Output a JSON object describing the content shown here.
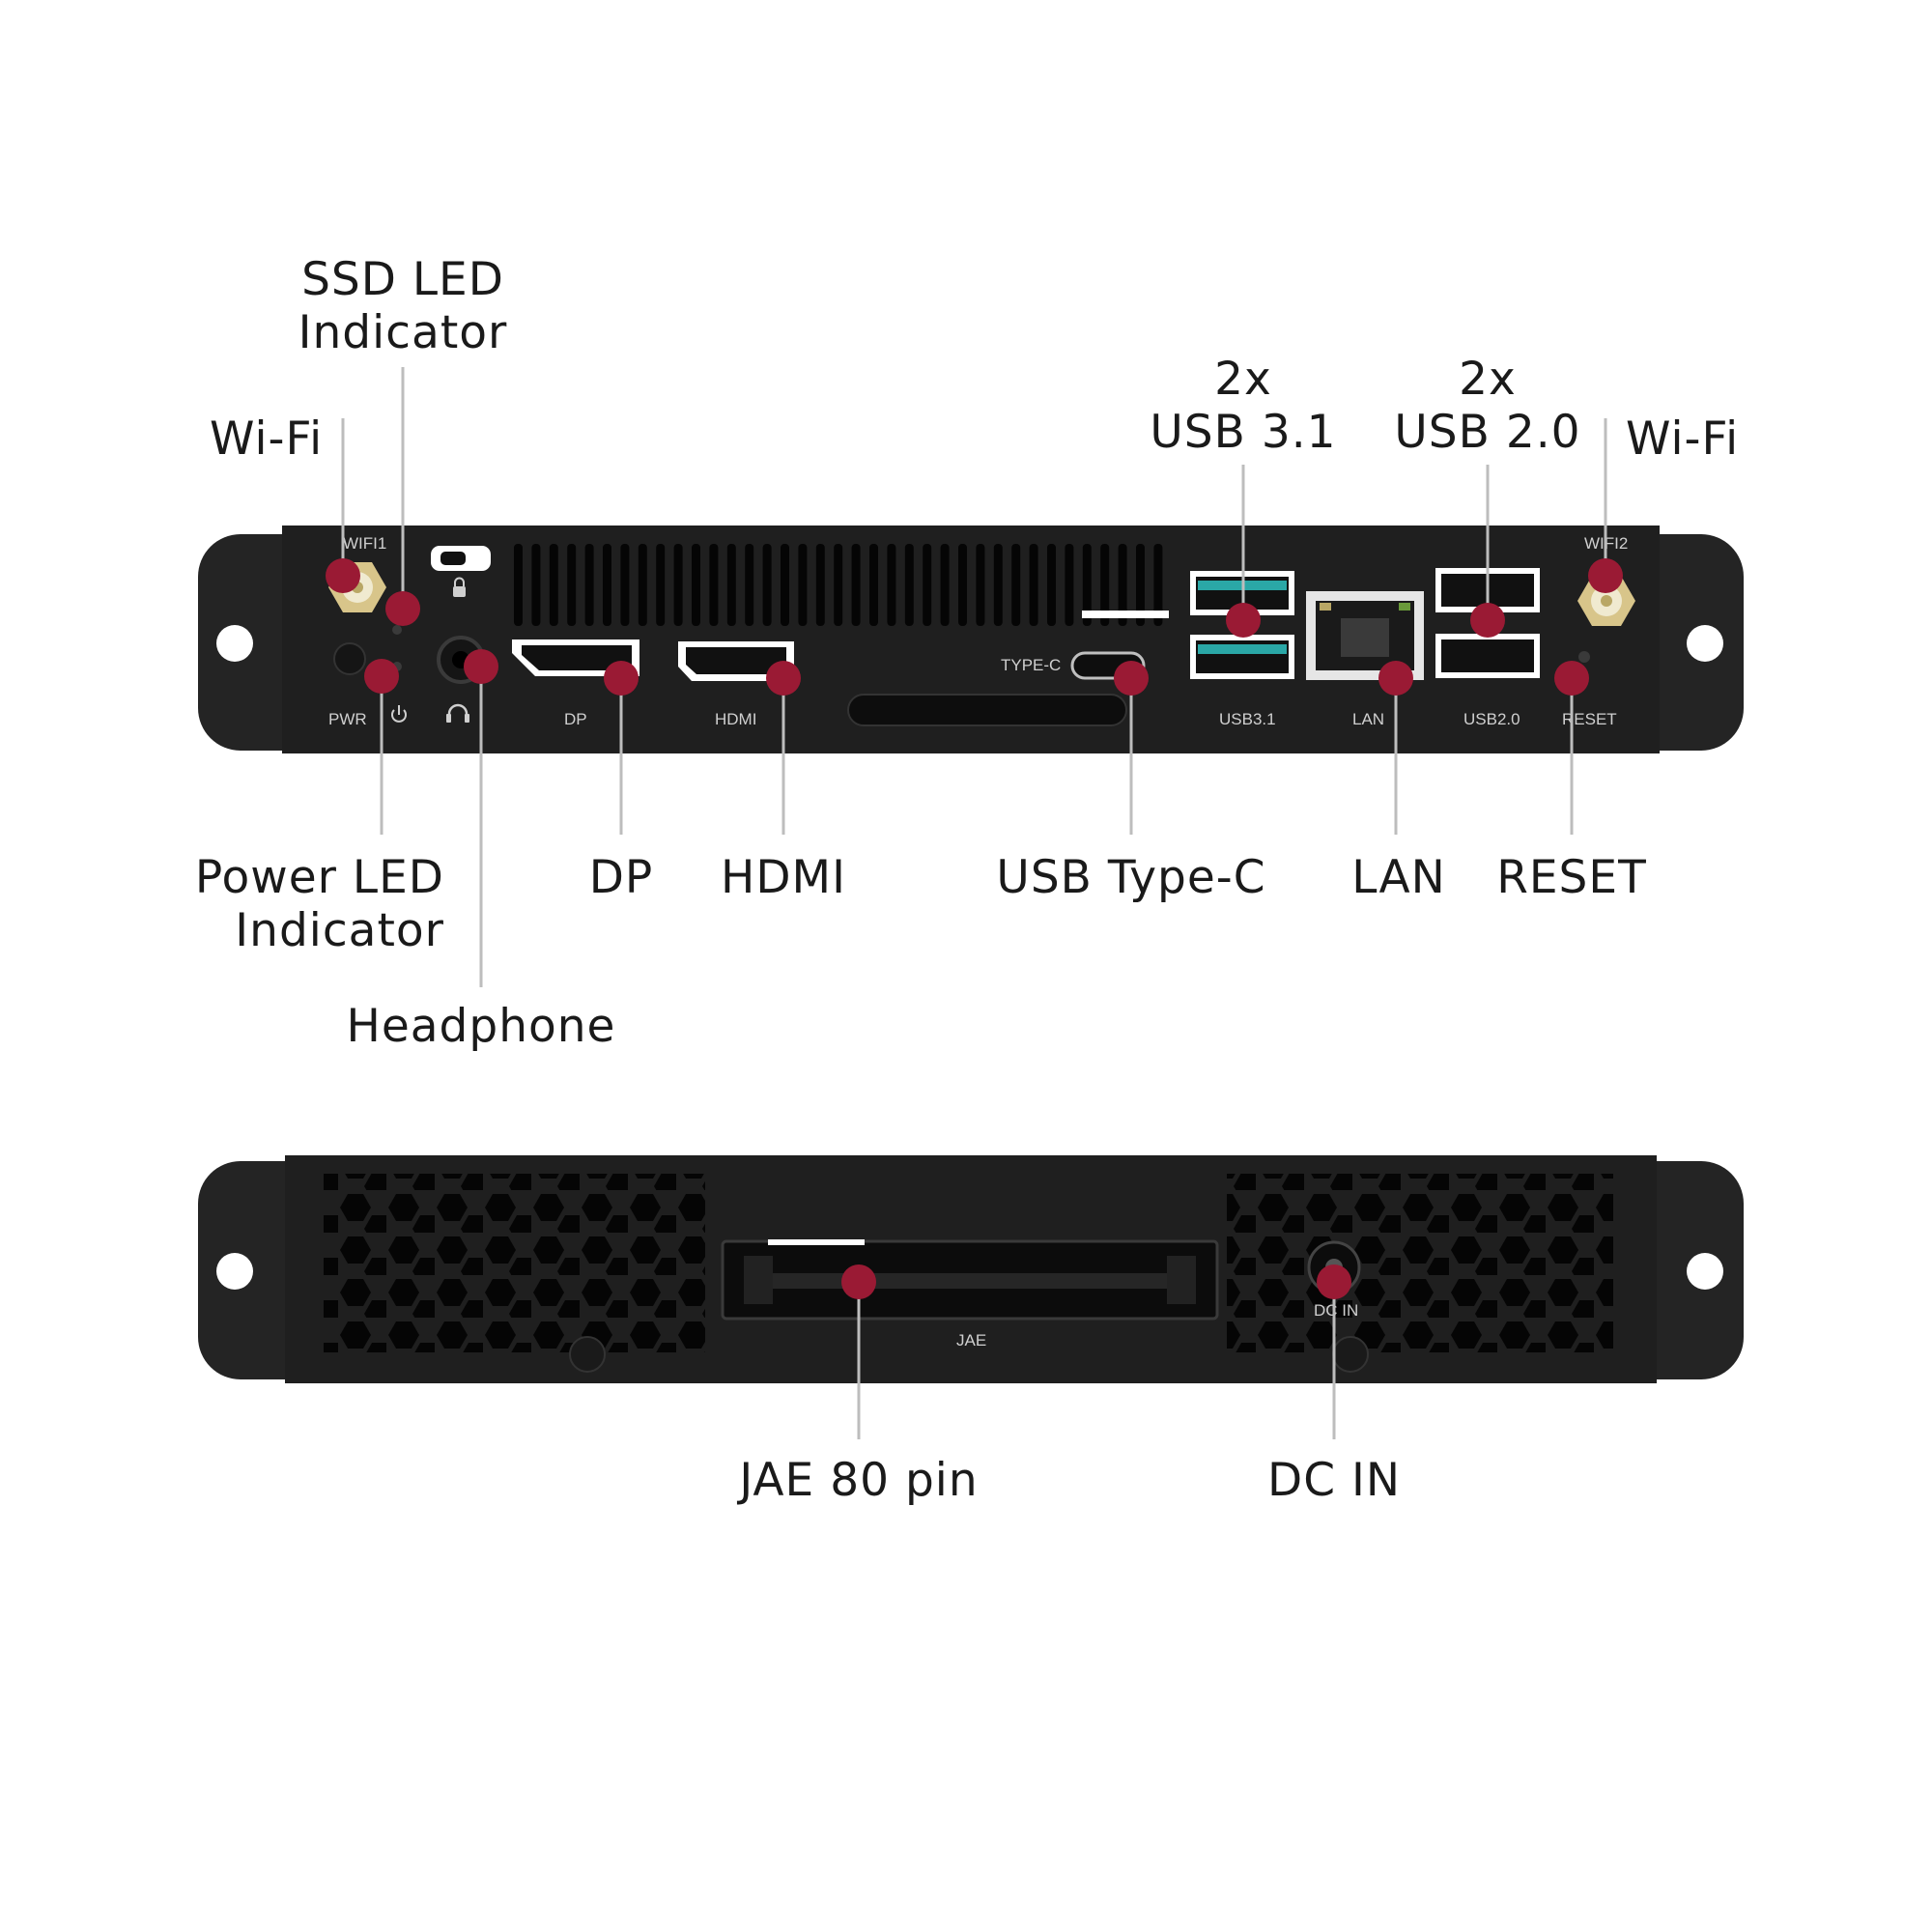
{
  "colors": {
    "chassis": "#222222",
    "chassis_edge": "#2b2b2b",
    "marker": "#9a1a34",
    "leader": "#bdbdbd",
    "usb3_blue": "#2aa7a6",
    "antenna_gold": "#d8c58a"
  },
  "front_panel": {
    "port_labels": {
      "wifi1": "WIFI1",
      "wifi2": "WIFI2",
      "pwr": "PWR",
      "dp": "DP",
      "hdmi": "HDMI",
      "type_c": "TYPE-C",
      "usb31": "USB3.1",
      "lan": "LAN",
      "usb20": "USB2.0",
      "reset": "RESET"
    },
    "callouts": {
      "wifi_left": "Wi-Fi",
      "ssd_led_line1": "SSD LED",
      "ssd_led_line2": "Indicator",
      "usb31_line1": "2x",
      "usb31_line2": "USB 3.1",
      "usb20_line1": "2x",
      "usb20_line2": "USB 2.0",
      "wifi_right": "Wi-Fi",
      "power_led_line1": "Power LED",
      "power_led_line2": "Indicator",
      "headphone": "Headphone",
      "dp": "DP",
      "hdmi": "HDMI",
      "usb_type_c": "USB Type-C",
      "lan": "LAN",
      "reset": "RESET"
    }
  },
  "back_panel": {
    "port_labels": {
      "jae": "JAE",
      "dc_in": "DC IN"
    },
    "callouts": {
      "jae": "JAE 80 pin",
      "dc_in": "DC IN"
    }
  }
}
